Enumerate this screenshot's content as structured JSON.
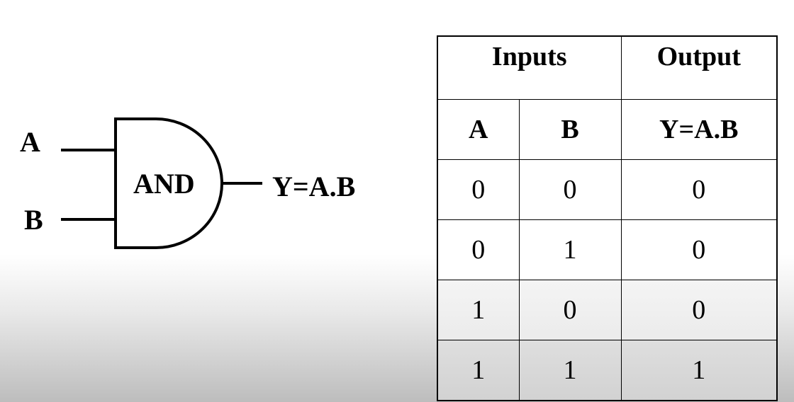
{
  "gate": {
    "input_a": "A",
    "input_b": "B",
    "label": "AND",
    "output": "Y=A.B"
  },
  "table": {
    "group_headers": [
      "Inputs",
      "Output"
    ],
    "column_headers": [
      "A",
      "B",
      "Y=A.B"
    ],
    "rows": [
      [
        "0",
        "0",
        "0"
      ],
      [
        "0",
        "1",
        "0"
      ],
      [
        "1",
        "0",
        "0"
      ],
      [
        "1",
        "1",
        "1"
      ]
    ]
  }
}
